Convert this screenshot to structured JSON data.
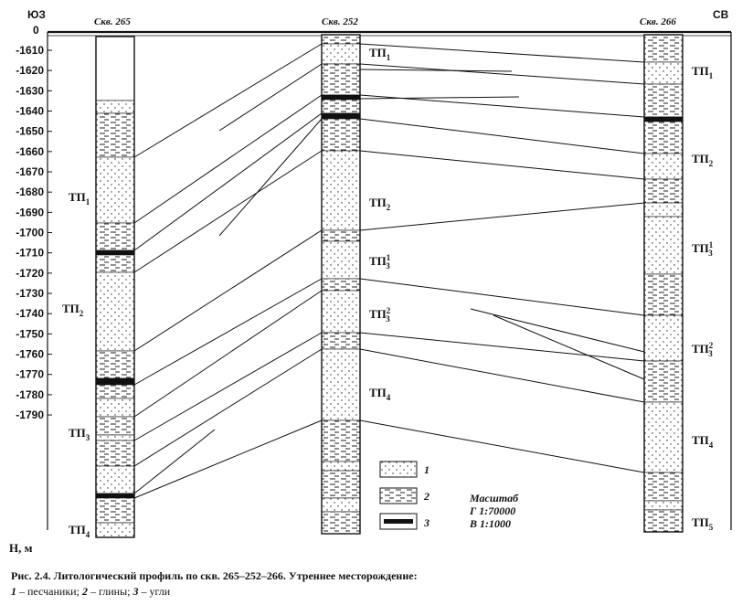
{
  "header": {
    "left_label": "ЮЗ",
    "right_label": "СВ",
    "zero_label": "0"
  },
  "axis": {
    "label": "H, м",
    "ticks": [
      "-1610",
      "-1620",
      "-1630",
      "-1640",
      "-1650",
      "-1660",
      "-1670",
      "-1680",
      "-1690",
      "-1700",
      "-1710",
      "-1720",
      "-1730",
      "-1740",
      "-1750",
      "-1760",
      "-1770",
      "-1780",
      "-1790"
    ]
  },
  "wells": [
    {
      "name": "Скв. 265",
      "units": [
        {
          "base": "ТП",
          "sub": "1",
          "sup": ""
        },
        {
          "base": "ТП",
          "sub": "2",
          "sup": ""
        },
        {
          "base": "ТП",
          "sub": "3",
          "sup": ""
        },
        {
          "base": "ТП",
          "sub": "4",
          "sup": ""
        }
      ]
    },
    {
      "name": "Скв. 252",
      "units": [
        {
          "base": "ТП",
          "sub": "1",
          "sup": ""
        },
        {
          "base": "ТП",
          "sub": "2",
          "sup": ""
        },
        {
          "base": "ТП",
          "sub": "3",
          "sup": "1"
        },
        {
          "base": "ТП",
          "sub": "3",
          "sup": "2"
        },
        {
          "base": "ТП",
          "sub": "4",
          "sup": ""
        }
      ]
    },
    {
      "name": "Скв. 266",
      "units": [
        {
          "base": "ТП",
          "sub": "1",
          "sup": ""
        },
        {
          "base": "ТП",
          "sub": "2",
          "sup": ""
        },
        {
          "base": "ТП",
          "sub": "3",
          "sup": "1"
        },
        {
          "base": "ТП",
          "sub": "3",
          "sup": "2"
        },
        {
          "base": "ТП",
          "sub": "4",
          "sup": ""
        },
        {
          "base": "ТП",
          "sub": "5",
          "sup": ""
        }
      ]
    }
  ],
  "legend": {
    "items": [
      {
        "num": "1",
        "pattern": "sand"
      },
      {
        "num": "2",
        "pattern": "clay"
      },
      {
        "num": "3",
        "pattern": "coal"
      }
    ]
  },
  "scale": {
    "title": "Масштаб",
    "horizontal": "Г 1:70000",
    "vertical": "В 1:1000"
  },
  "caption": {
    "line1": "Рис. 2.4. Литологический профиль по скв. 265–252–266. Утреннее месторождение:",
    "line2_n1": "1",
    "line2_t1": " – песчаники; ",
    "line2_n2": "2",
    "line2_t2": " – глины; ",
    "line2_n3": "3",
    "line2_t3": " – угли"
  },
  "colors": {
    "ink": "#111111",
    "paper": "#ffffff"
  }
}
